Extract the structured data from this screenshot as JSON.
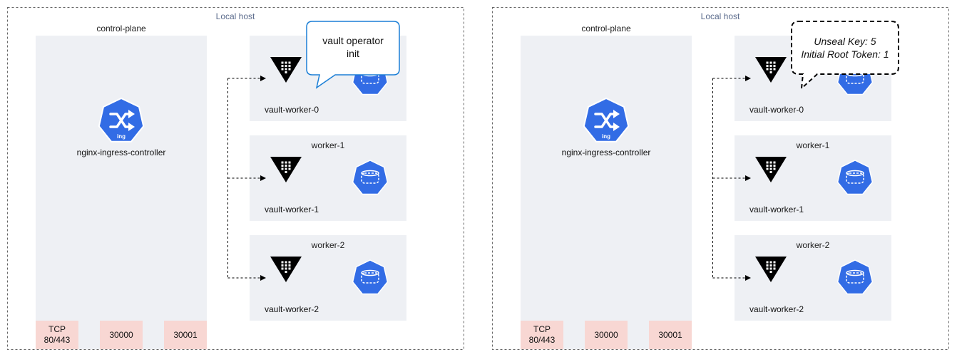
{
  "colors": {
    "host_border": "#666666",
    "host_label": "#5b6b8c",
    "node_fill": "#eef0f4",
    "port_fill": "#f8d7d3",
    "k8s_blue": "#326ce5",
    "callout_blue": "#1b7fd6"
  },
  "panels": [
    {
      "host_label": "Local host",
      "control_plane": {
        "label": "control-plane",
        "ingress_label": "nginx-ingress-controller",
        "ingress_badge": "ing",
        "ports": [
          "TCP\n80/443",
          "30000",
          "30001"
        ]
      },
      "workers": [
        {
          "title": "",
          "vault_label": "vault-worker-0"
        },
        {
          "title": "worker-1",
          "vault_label": "vault-worker-1"
        },
        {
          "title": "worker-2",
          "vault_label": "vault-worker-2"
        }
      ],
      "callout": {
        "style": "solid",
        "lines": [
          "vault operator",
          "init"
        ]
      }
    },
    {
      "host_label": "Local host",
      "control_plane": {
        "label": "control-plane",
        "ingress_label": "nginx-ingress-controller",
        "ingress_badge": "ing",
        "ports": [
          "TCP\n80/443",
          "30000",
          "30001"
        ]
      },
      "workers": [
        {
          "title": "",
          "vault_label": "vault-worker-0"
        },
        {
          "title": "worker-1",
          "vault_label": "vault-worker-1"
        },
        {
          "title": "worker-2",
          "vault_label": "vault-worker-2"
        }
      ],
      "callout": {
        "style": "dashed",
        "lines": [
          "Unseal Key: 5",
          "Initial Root Token: 1"
        ]
      }
    }
  ]
}
